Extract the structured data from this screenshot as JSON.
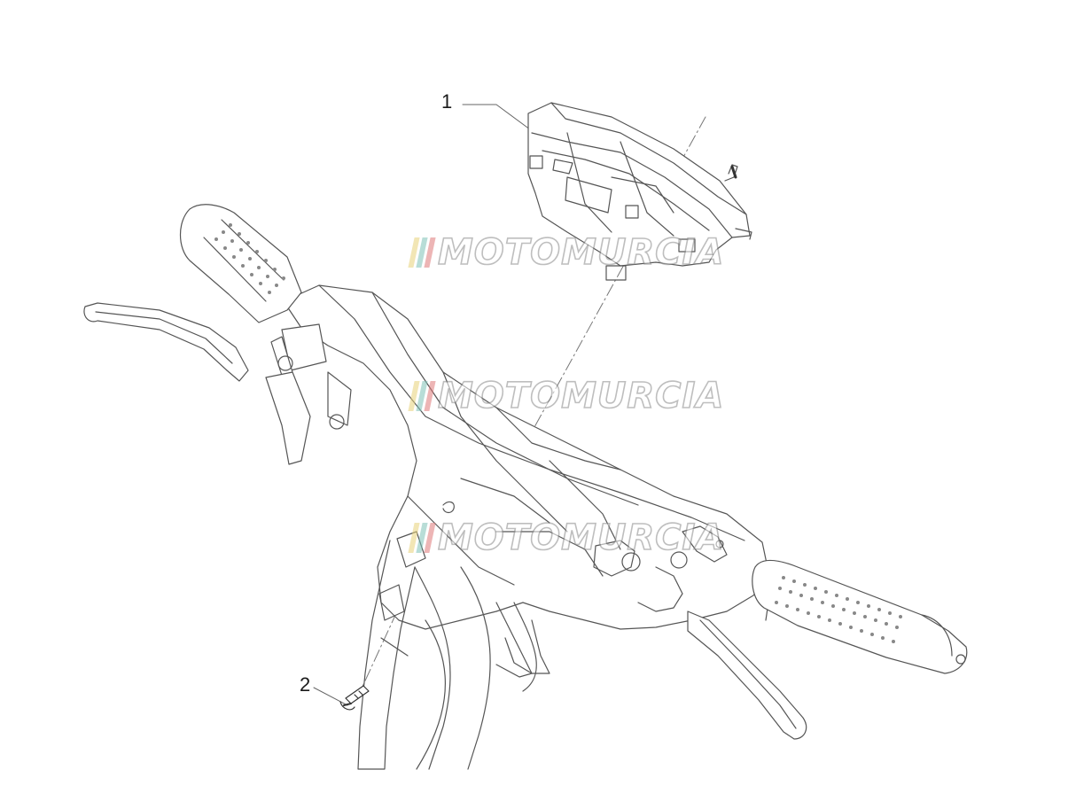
{
  "callouts": [
    {
      "label": "1",
      "part": "instrument cluster"
    },
    {
      "label": "2",
      "part": "screw"
    }
  ],
  "watermark": {
    "text": "MOTOMURCIA",
    "bar_colors": [
      "#e8d27a",
      "#7fc3b8",
      "#e07a7a"
    ]
  },
  "colors": {
    "line": "#555555",
    "shadow": "#cfcfcf",
    "background": "#ffffff"
  }
}
